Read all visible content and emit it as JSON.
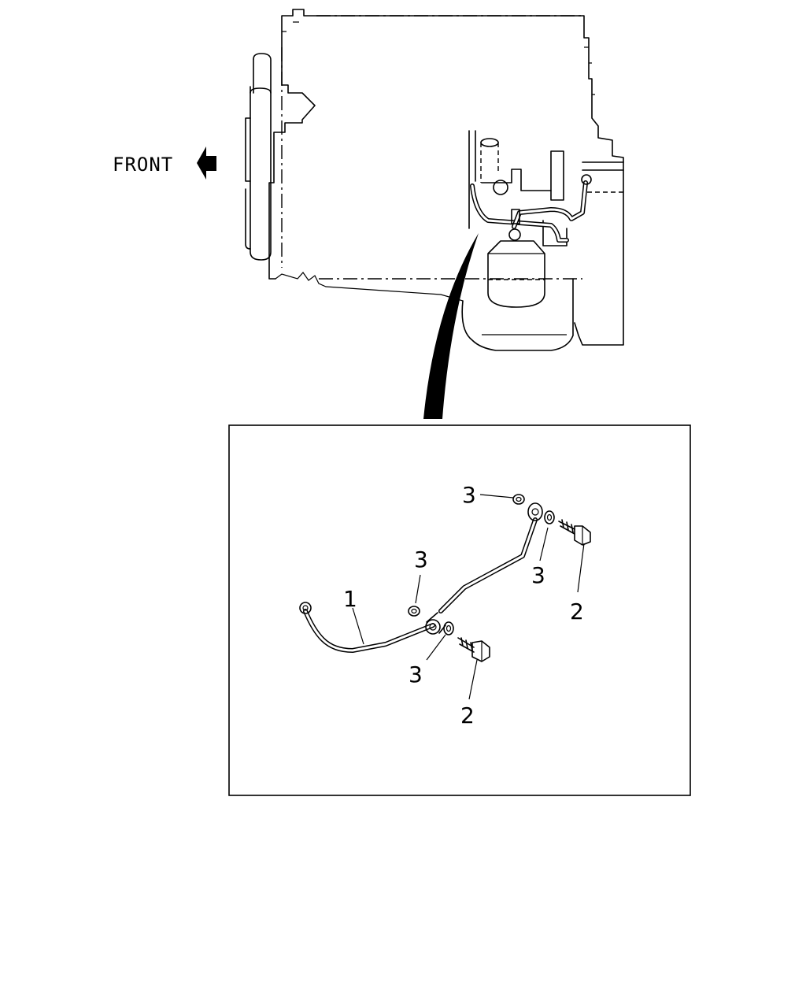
{
  "front_label": "FRONT",
  "callouts": [
    {
      "id": "1"
    },
    {
      "id": "2"
    },
    {
      "id": "2"
    },
    {
      "id": "3"
    },
    {
      "id": "3"
    },
    {
      "id": "3"
    },
    {
      "id": "3"
    }
  ]
}
